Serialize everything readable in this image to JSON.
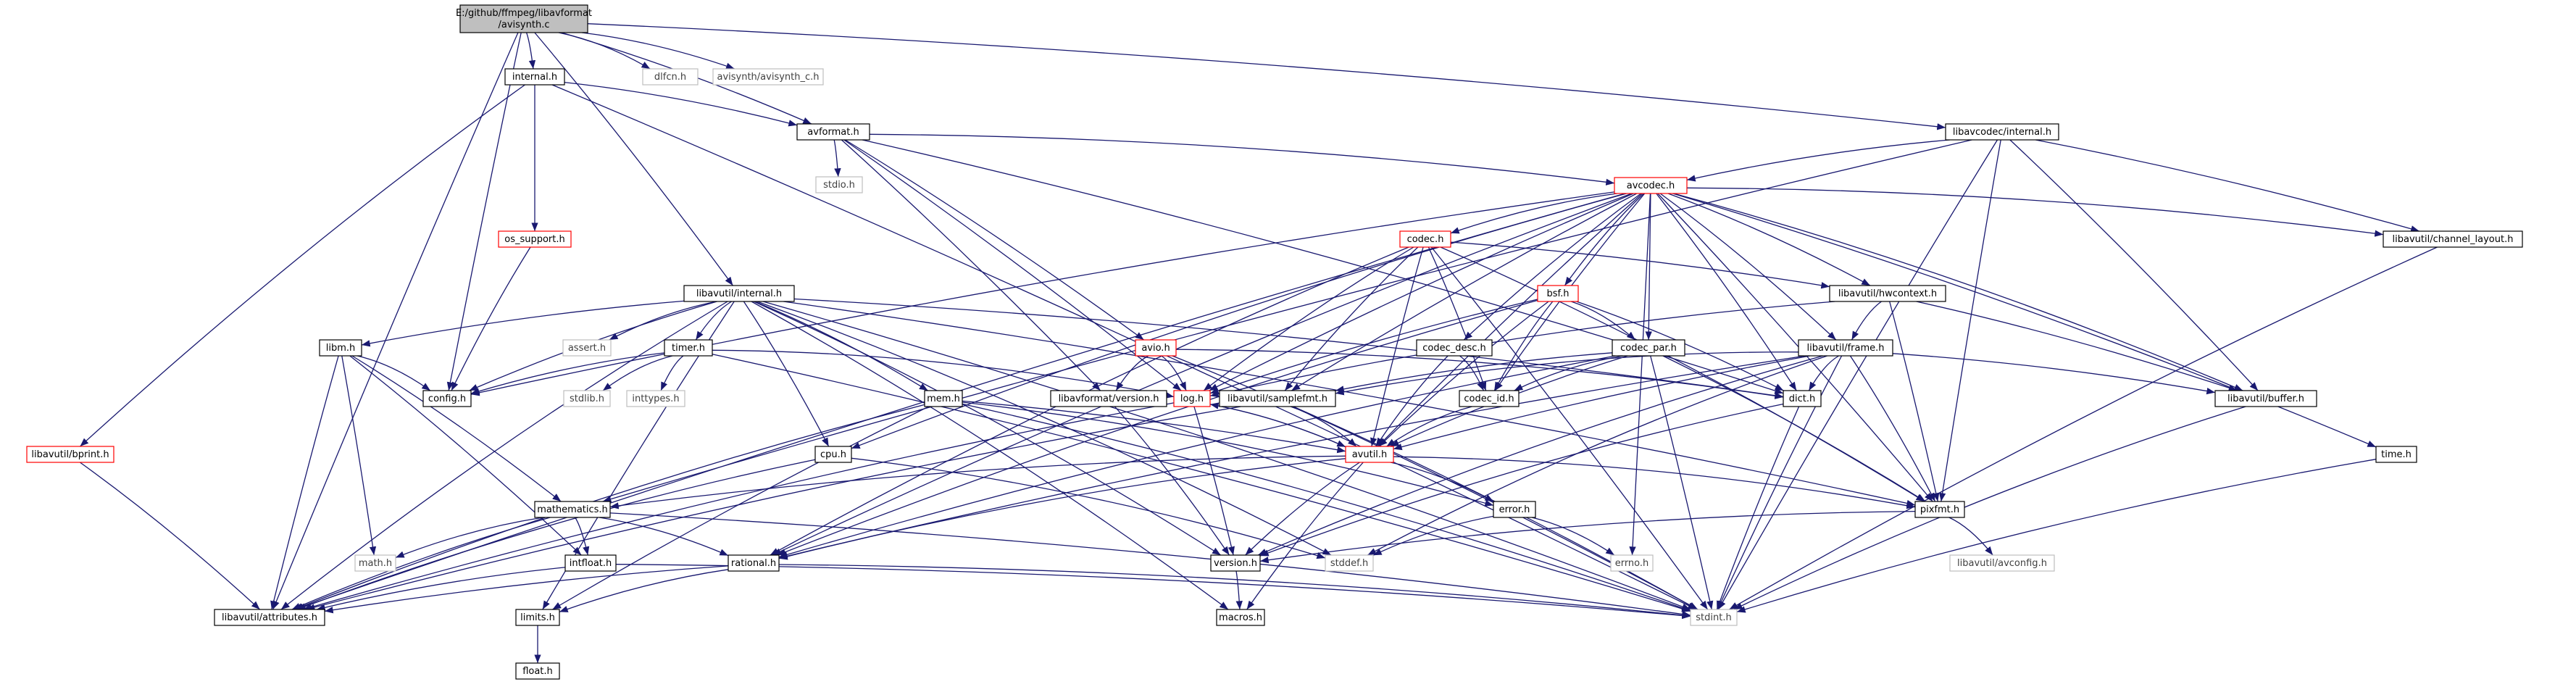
{
  "graph": {
    "colors": {
      "background": "#ffffff",
      "root_fill": "#bfbfbf",
      "node_fill": "#ffffff",
      "node_border": "#000000",
      "red_border": "#ff0000",
      "gray_border": "#bfbfbf",
      "gray_text": "#404040",
      "edge": "#191970"
    },
    "nodes": [
      {
        "id": "root",
        "lines": [
          "E:/github/ffmpeg/libavformat",
          "/avisynth.c"
        ],
        "style": "root"
      },
      {
        "id": "internal_h",
        "lines": [
          "internal.h"
        ],
        "style": "normal"
      },
      {
        "id": "dlfcn_h",
        "lines": [
          "dlfcn.h"
        ],
        "style": "gray"
      },
      {
        "id": "avisynth_c_h",
        "lines": [
          "avisynth/avisynth_c.h"
        ],
        "style": "gray"
      },
      {
        "id": "avformat_h",
        "lines": [
          "avformat.h"
        ],
        "style": "normal"
      },
      {
        "id": "lavc_internal_h",
        "lines": [
          "libavcodec/internal.h"
        ],
        "style": "normal"
      },
      {
        "id": "stdio_h",
        "lines": [
          "stdio.h"
        ],
        "style": "gray"
      },
      {
        "id": "avcodec_h",
        "lines": [
          "avcodec.h"
        ],
        "style": "red"
      },
      {
        "id": "os_support_h",
        "lines": [
          "os_support.h"
        ],
        "style": "red"
      },
      {
        "id": "codec_h",
        "lines": [
          "codec.h"
        ],
        "style": "red"
      },
      {
        "id": "channel_layout_h",
        "lines": [
          "libavutil/channel_layout.h"
        ],
        "style": "normal"
      },
      {
        "id": "lavu_internal_h",
        "lines": [
          "libavutil/internal.h"
        ],
        "style": "normal"
      },
      {
        "id": "bsf_h",
        "lines": [
          "bsf.h"
        ],
        "style": "red"
      },
      {
        "id": "hwcontext_h",
        "lines": [
          "libavutil/hwcontext.h"
        ],
        "style": "normal"
      },
      {
        "id": "libm_h",
        "lines": [
          "libm.h"
        ],
        "style": "normal"
      },
      {
        "id": "assert_h",
        "lines": [
          "assert.h"
        ],
        "style": "gray"
      },
      {
        "id": "timer_h",
        "lines": [
          "timer.h"
        ],
        "style": "normal"
      },
      {
        "id": "codec_desc_h",
        "lines": [
          "codec_desc.h"
        ],
        "style": "normal"
      },
      {
        "id": "codec_par_h",
        "lines": [
          "codec_par.h"
        ],
        "style": "normal"
      },
      {
        "id": "frame_h",
        "lines": [
          "libavutil/frame.h"
        ],
        "style": "normal"
      },
      {
        "id": "avio_h",
        "lines": [
          "avio.h"
        ],
        "style": "red"
      },
      {
        "id": "config_h",
        "lines": [
          "config.h"
        ],
        "style": "normal"
      },
      {
        "id": "stdlib_h",
        "lines": [
          "stdlib.h"
        ],
        "style": "gray"
      },
      {
        "id": "inttypes_h",
        "lines": [
          "inttypes.h"
        ],
        "style": "gray"
      },
      {
        "id": "lavf_version_h",
        "lines": [
          "libavformat/version.h"
        ],
        "style": "normal"
      },
      {
        "id": "log_h",
        "lines": [
          "log.h"
        ],
        "style": "red"
      },
      {
        "id": "samplefmt_h",
        "lines": [
          "libavutil/samplefmt.h"
        ],
        "style": "normal"
      },
      {
        "id": "codec_id_h",
        "lines": [
          "codec_id.h"
        ],
        "style": "normal"
      },
      {
        "id": "dict_h",
        "lines": [
          "dict.h"
        ],
        "style": "normal"
      },
      {
        "id": "buffer_h",
        "lines": [
          "libavutil/buffer.h"
        ],
        "style": "normal"
      },
      {
        "id": "mem_h",
        "lines": [
          "mem.h"
        ],
        "style": "normal"
      },
      {
        "id": "bprint_h",
        "lines": [
          "libavutil/bprint.h"
        ],
        "style": "red"
      },
      {
        "id": "cpu_h",
        "lines": [
          "cpu.h"
        ],
        "style": "normal"
      },
      {
        "id": "avutil_h",
        "lines": [
          "avutil.h"
        ],
        "style": "red"
      },
      {
        "id": "time_h",
        "lines": [
          "time.h"
        ],
        "style": "normal"
      },
      {
        "id": "mathematics_h",
        "lines": [
          "mathematics.h"
        ],
        "style": "normal"
      },
      {
        "id": "error_h",
        "lines": [
          "error.h"
        ],
        "style": "normal"
      },
      {
        "id": "pixfmt_h",
        "lines": [
          "pixfmt.h"
        ],
        "style": "normal"
      },
      {
        "id": "math_h",
        "lines": [
          "math.h"
        ],
        "style": "gray"
      },
      {
        "id": "intfloat_h",
        "lines": [
          "intfloat.h"
        ],
        "style": "normal"
      },
      {
        "id": "rational_h",
        "lines": [
          "rational.h"
        ],
        "style": "normal"
      },
      {
        "id": "version_h",
        "lines": [
          "version.h"
        ],
        "style": "normal"
      },
      {
        "id": "stddef_h",
        "lines": [
          "stddef.h"
        ],
        "style": "gray"
      },
      {
        "id": "errno_h",
        "lines": [
          "errno.h"
        ],
        "style": "gray"
      },
      {
        "id": "avconfig_h",
        "lines": [
          "libavutil/avconfig.h"
        ],
        "style": "gray"
      },
      {
        "id": "attributes_h",
        "lines": [
          "libavutil/attributes.h"
        ],
        "style": "normal"
      },
      {
        "id": "limits_h",
        "lines": [
          "limits.h"
        ],
        "style": "normal"
      },
      {
        "id": "macros_h",
        "lines": [
          "macros.h"
        ],
        "style": "normal"
      },
      {
        "id": "stdint_h",
        "lines": [
          "stdint.h"
        ],
        "style": "gray"
      },
      {
        "id": "float_h",
        "lines": [
          "float.h"
        ],
        "style": "normal"
      }
    ],
    "edges": [
      [
        "root",
        "internal_h"
      ],
      [
        "root",
        "dlfcn_h"
      ],
      [
        "root",
        "avisynth_c_h"
      ],
      [
        "root",
        "avformat_h"
      ],
      [
        "root",
        "lavc_internal_h"
      ],
      [
        "root",
        "config_h"
      ],
      [
        "root",
        "lavu_internal_h"
      ],
      [
        "root",
        "attributes_h"
      ],
      [
        "internal_h",
        "avformat_h"
      ],
      [
        "internal_h",
        "os_support_h"
      ],
      [
        "internal_h",
        "bprint_h"
      ],
      [
        "internal_h",
        "stdint_h"
      ],
      [
        "avformat_h",
        "stdio_h"
      ],
      [
        "avformat_h",
        "avcodec_h"
      ],
      [
        "avformat_h",
        "avio_h"
      ],
      [
        "avformat_h",
        "dict_h"
      ],
      [
        "avformat_h",
        "log_h"
      ],
      [
        "avformat_h",
        "lavf_version_h"
      ],
      [
        "lavc_internal_h",
        "avcodec_h"
      ],
      [
        "lavc_internal_h",
        "channel_layout_h"
      ],
      [
        "lavc_internal_h",
        "buffer_h"
      ],
      [
        "lavc_internal_h",
        "pixfmt_h"
      ],
      [
        "lavc_internal_h",
        "mathematics_h"
      ],
      [
        "lavc_internal_h",
        "stdint_h"
      ],
      [
        "os_support_h",
        "config_h"
      ],
      [
        "avcodec_h",
        "codec_h"
      ],
      [
        "avcodec_h",
        "bsf_h"
      ],
      [
        "avcodec_h",
        "codec_desc_h"
      ],
      [
        "avcodec_h",
        "codec_par_h"
      ],
      [
        "avcodec_h",
        "hwcontext_h"
      ],
      [
        "avcodec_h",
        "frame_h"
      ],
      [
        "avcodec_h",
        "channel_layout_h"
      ],
      [
        "avcodec_h",
        "time_h"
      ],
      [
        "avcodec_h",
        "buffer_h"
      ],
      [
        "avcodec_h",
        "dict_h"
      ],
      [
        "avcodec_h",
        "samplefmt_h"
      ],
      [
        "avcodec_h",
        "log_h"
      ],
      [
        "avcodec_h",
        "avutil_h"
      ],
      [
        "avcodec_h",
        "pixfmt_h"
      ],
      [
        "avcodec_h",
        "cpu_h"
      ],
      [
        "avcodec_h",
        "rational_h"
      ],
      [
        "avcodec_h",
        "attributes_h"
      ],
      [
        "avcodec_h",
        "codec_id_h"
      ],
      [
        "avcodec_h",
        "errno_h"
      ],
      [
        "avcodec_h",
        "config_h"
      ],
      [
        "codec_h",
        "hwcontext_h"
      ],
      [
        "codec_h",
        "samplefmt_h"
      ],
      [
        "codec_h",
        "log_h"
      ],
      [
        "codec_h",
        "codec_id_h"
      ],
      [
        "codec_h",
        "avutil_h"
      ],
      [
        "codec_h",
        "pixfmt_h"
      ],
      [
        "codec_h",
        "rational_h"
      ],
      [
        "codec_h",
        "stdint_h"
      ],
      [
        "lavu_internal_h",
        "libm_h"
      ],
      [
        "lavu_internal_h",
        "assert_h"
      ],
      [
        "lavu_internal_h",
        "timer_h"
      ],
      [
        "lavu_internal_h",
        "config_h"
      ],
      [
        "lavu_internal_h",
        "cpu_h"
      ],
      [
        "lavu_internal_h",
        "mem_h"
      ],
      [
        "lavu_internal_h",
        "dict_h"
      ],
      [
        "lavu_internal_h",
        "pixfmt_h"
      ],
      [
        "lavu_internal_h",
        "attributes_h"
      ],
      [
        "lavu_internal_h",
        "macros_h"
      ],
      [
        "lavu_internal_h",
        "version_h"
      ],
      [
        "lavu_internal_h",
        "stddef_h"
      ],
      [
        "lavu_internal_h",
        "limits_h"
      ],
      [
        "lavu_internal_h",
        "stdint_h"
      ],
      [
        "bsf_h",
        "codec_id_h"
      ],
      [
        "bsf_h",
        "codec_par_h"
      ],
      [
        "bsf_h",
        "dict_h"
      ],
      [
        "bsf_h",
        "log_h"
      ],
      [
        "bsf_h",
        "rational_h"
      ],
      [
        "bsf_h",
        "avutil_h"
      ],
      [
        "hwcontext_h",
        "buffer_h"
      ],
      [
        "hwcontext_h",
        "frame_h"
      ],
      [
        "hwcontext_h",
        "log_h"
      ],
      [
        "hwcontext_h",
        "pixfmt_h"
      ],
      [
        "libm_h",
        "config_h"
      ],
      [
        "libm_h",
        "math_h"
      ],
      [
        "libm_h",
        "attributes_h"
      ],
      [
        "libm_h",
        "intfloat_h"
      ],
      [
        "libm_h",
        "mathematics_h"
      ],
      [
        "timer_h",
        "config_h"
      ],
      [
        "timer_h",
        "stdlib_h"
      ],
      [
        "timer_h",
        "inttypes_h"
      ],
      [
        "timer_h",
        "log_h"
      ],
      [
        "timer_h",
        "stdint_h"
      ],
      [
        "codec_desc_h",
        "codec_id_h"
      ],
      [
        "codec_desc_h",
        "avutil_h"
      ],
      [
        "codec_par_h",
        "codec_id_h"
      ],
      [
        "codec_par_h",
        "avutil_h"
      ],
      [
        "codec_par_h",
        "pixfmt_h"
      ],
      [
        "codec_par_h",
        "rational_h"
      ],
      [
        "codec_par_h",
        "stdint_h"
      ],
      [
        "codec_par_h",
        "samplefmt_h"
      ],
      [
        "frame_h",
        "avutil_h"
      ],
      [
        "frame_h",
        "buffer_h"
      ],
      [
        "frame_h",
        "dict_h"
      ],
      [
        "frame_h",
        "rational_h"
      ],
      [
        "frame_h",
        "samplefmt_h"
      ],
      [
        "frame_h",
        "pixfmt_h"
      ],
      [
        "frame_h",
        "version_h"
      ],
      [
        "frame_h",
        "stddef_h"
      ],
      [
        "frame_h",
        "stdint_h"
      ],
      [
        "avio_h",
        "lavf_version_h"
      ],
      [
        "avio_h",
        "log_h"
      ],
      [
        "avio_h",
        "dict_h"
      ],
      [
        "avio_h",
        "stdint_h"
      ],
      [
        "lavf_version_h",
        "version_h"
      ],
      [
        "log_h",
        "avutil_h"
      ],
      [
        "log_h",
        "attributes_h"
      ],
      [
        "log_h",
        "version_h"
      ],
      [
        "samplefmt_h",
        "avutil_h"
      ],
      [
        "samplefmt_h",
        "attributes_h"
      ],
      [
        "samplefmt_h",
        "stdint_h"
      ],
      [
        "codec_id_h",
        "avutil_h"
      ],
      [
        "dict_h",
        "stdint_h"
      ],
      [
        "dict_h",
        "version_h"
      ],
      [
        "buffer_h",
        "stdint_h"
      ],
      [
        "mem_h",
        "avutil_h"
      ],
      [
        "mem_h",
        "error_h"
      ],
      [
        "mem_h",
        "attributes_h"
      ],
      [
        "mem_h",
        "limits_h"
      ],
      [
        "mem_h",
        "stdint_h"
      ],
      [
        "bprint_h",
        "attributes_h"
      ],
      [
        "cpu_h",
        "attributes_h"
      ],
      [
        "cpu_h",
        "stddef_h"
      ],
      [
        "avutil_h",
        "mathematics_h"
      ],
      [
        "avutil_h",
        "error_h"
      ],
      [
        "avutil_h",
        "pixfmt_h"
      ],
      [
        "avutil_h",
        "rational_h"
      ],
      [
        "avutil_h",
        "version_h"
      ],
      [
        "avutil_h",
        "macros_h"
      ],
      [
        "avutil_h",
        "common"
      ],
      [
        "avutil_h",
        "log_h"
      ],
      [
        "time_h",
        "stdint_h"
      ],
      [
        "channel_layout_h",
        "stdint_h"
      ],
      [
        "mathematics_h",
        "math_h"
      ],
      [
        "mathematics_h",
        "intfloat_h"
      ],
      [
        "mathematics_h",
        "rational_h"
      ],
      [
        "mathematics_h",
        "attributes_h"
      ],
      [
        "mathematics_h",
        "stdint_h"
      ],
      [
        "error_h",
        "errno_h"
      ],
      [
        "error_h",
        "stddef_h"
      ],
      [
        "pixfmt_h",
        "avconfig_h"
      ],
      [
        "pixfmt_h",
        "version_h"
      ],
      [
        "intfloat_h",
        "attributes_h"
      ],
      [
        "intfloat_h",
        "stdint_h"
      ],
      [
        "rational_h",
        "attributes_h"
      ],
      [
        "rational_h",
        "limits_h"
      ],
      [
        "rational_h",
        "stdint_h"
      ],
      [
        "version_h",
        "macros_h"
      ],
      [
        "limits_h",
        "float_h"
      ]
    ]
  }
}
